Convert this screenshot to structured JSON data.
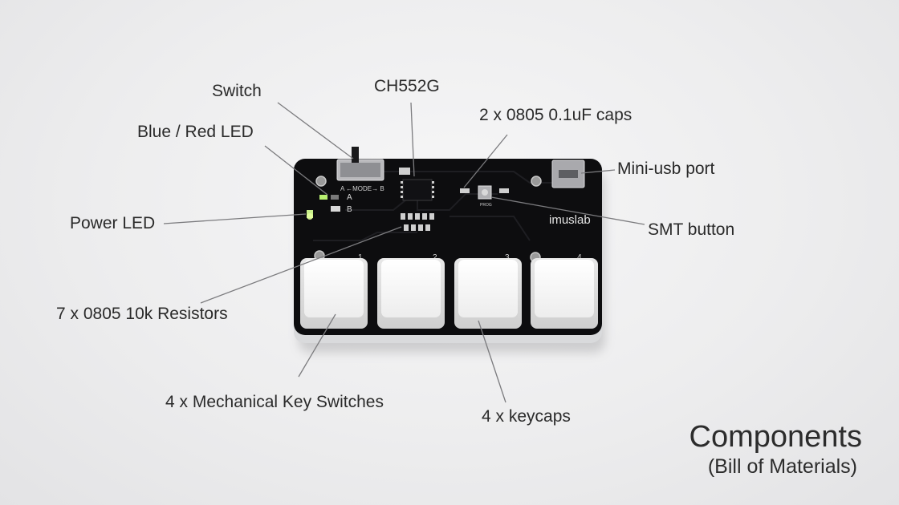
{
  "photo": {
    "board": {
      "brand": "imuslab",
      "silk_mode": "A ←MODE→ B",
      "silk_led_a": "A",
      "silk_led_b": "B",
      "silk_prog": "PROG",
      "key_numbers": [
        "1",
        "2",
        "3",
        "4"
      ],
      "pcb_color": "#0d0d0f",
      "keycap_color": "#f4f4f4",
      "led_color": "#c9f08a"
    },
    "callouts": {
      "switch": "Switch",
      "ch552g": "CH552G",
      "caps": "2 x 0805 0.1uF caps",
      "blue_red_led": "Blue / Red LED",
      "mini_usb": "Mini-usb port",
      "power_led": "Power LED",
      "smt_button": "SMT button",
      "resistors": "7 x 0805 10k Resistors",
      "key_switches": "4 x Mechanical Key Switches",
      "keycaps": "4 x keycaps"
    },
    "title": "Components",
    "subtitle": "(Bill of Materials)"
  }
}
